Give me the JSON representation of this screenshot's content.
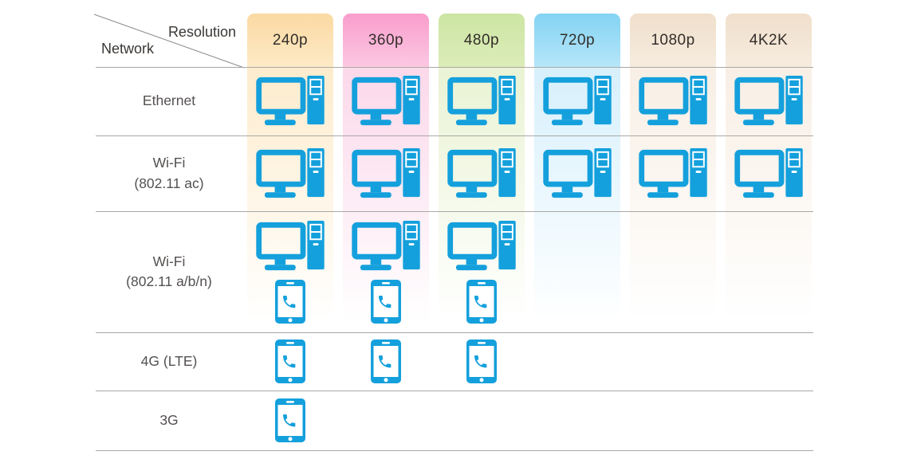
{
  "table": {
    "corner": {
      "top_label": "Resolution",
      "bottom_label": "Network"
    },
    "columns": [
      {
        "label": "240p",
        "header_top": "#fbd9a2",
        "header_bottom": "#fdeac6",
        "band": "#fdeccd"
      },
      {
        "label": "360p",
        "header_top": "#f99dcd",
        "header_bottom": "#fcc8e2",
        "band": "#fbd8ea"
      },
      {
        "label": "480p",
        "header_top": "#cce5a3",
        "header_bottom": "#dcecb9",
        "band": "#eaf3d4"
      },
      {
        "label": "720p",
        "header_top": "#83d3f3",
        "header_bottom": "#b6e6f9",
        "band": "#d7f0fc"
      },
      {
        "label": "1080p",
        "header_top": "#f0dfcb",
        "header_bottom": "#f6ecdf",
        "band": "#f8efe5"
      },
      {
        "label": "4K2K",
        "header_top": "#f0dfcb",
        "header_bottom": "#f6ecdf",
        "band": "#f8efe5"
      }
    ],
    "rows": [
      {
        "label": "Ethernet",
        "cells": [
          [
            "desktop"
          ],
          [
            "desktop"
          ],
          [
            "desktop"
          ],
          [
            "desktop"
          ],
          [
            "desktop"
          ],
          [
            "desktop"
          ]
        ]
      },
      {
        "label": "Wi-Fi\n(802.11 ac)",
        "cells": [
          [
            "desktop"
          ],
          [
            "desktop"
          ],
          [
            "desktop"
          ],
          [
            "desktop"
          ],
          [
            "desktop"
          ],
          [
            "desktop"
          ]
        ]
      },
      {
        "label": "Wi-Fi\n(802.11 a/b/n)",
        "cells": [
          [
            "desktop",
            "phone"
          ],
          [
            "desktop",
            "phone"
          ],
          [
            "desktop",
            "phone"
          ],
          [],
          [],
          []
        ]
      },
      {
        "label": "4G (LTE)",
        "cells": [
          [
            "phone"
          ],
          [
            "phone"
          ],
          [
            "phone"
          ],
          [],
          [],
          []
        ]
      },
      {
        "label": "3G",
        "cells": [
          [
            "phone"
          ],
          [],
          [],
          [],
          [],
          []
        ]
      }
    ]
  },
  "icons": {
    "desktop": "desktop-pc-icon",
    "phone": "smartphone-icon"
  },
  "colors": {
    "icon_blue": "#14a0dc",
    "grid_line": "#aaa8a6",
    "row_label_text": "#545150",
    "header_text": "#332e2a"
  }
}
